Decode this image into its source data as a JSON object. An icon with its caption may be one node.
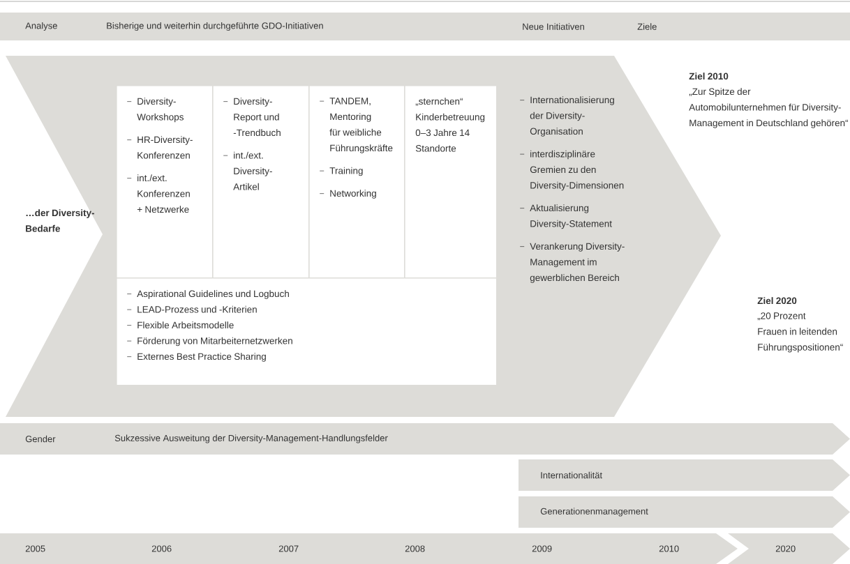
{
  "diagram": {
    "nodes": [
      {
        "text": [
          "Analyse",
          "Bisherige und weiterhin durchgeführte GDO-Initiativen",
          "Neue Initiativen",
          "Ziele"
        ]
      },
      {
        "text": [
          "Internationalisierung der Diversity-Organisation",
          "interdisziplinäre Gremien zu den Diversity-Dimensionen",
          "Aktualisierung Diversity-Statement",
          "Verankerung Diversity-Management im gewerblichen Bereich"
        ]
      },
      {
        "text": [
          "Diversity-Workshops",
          "HR-Diversity-Konferenzen",
          "int./ext. Konferenzen + Netzwerke"
        ],
        "in": 1
      },
      {
        "text": [
          "Diversity-Report und -Trendbuch",
          "int./ext. Diversity-Artikel"
        ],
        "in": 1
      },
      {
        "text": [
          "TANDEM, Mentoring für weibliche Führungskräfte",
          "Training",
          "Networking"
        ],
        "in": 1
      },
      {
        "text": [
          "„sternchen“ Kinderbetreuung 0–3 Jahre 14 Standorte"
        ],
        "in": 1
      },
      {
        "text": [
          "Aspirational Guidelines und Logbuch",
          "LEAD-Prozess und -Kriterien",
          "Flexible Arbeitsmodelle",
          "Förderung von Mitarbeiternetzwerken",
          "Externes Best Practice Sharing"
        ],
        "in": 1
      },
      {
        "text": [
          "Gender",
          "Sukzessive Ausweitung der Diversity-Management-Handlungsfelder"
        ]
      },
      {
        "text": [
          "Internationalität"
        ]
      },
      {
        "text": [
          "Generationenmanagement"
        ]
      },
      {
        "text": [
          "2005",
          "2006",
          "2007",
          "2008",
          "2009",
          "2010"
        ]
      },
      {
        "text": [
          "2020"
        ]
      }
    ],
    "labels": [
      "…der Diversity-Bedarfe",
      "Ziel 2010",
      "„Zur Spitze der Automobilunternehmen für Diversity-Management in Deutschland gehören“",
      "Ziel 2020",
      "„20 Prozent Frauen in leitenden Führungspositionen“"
    ]
  }
}
